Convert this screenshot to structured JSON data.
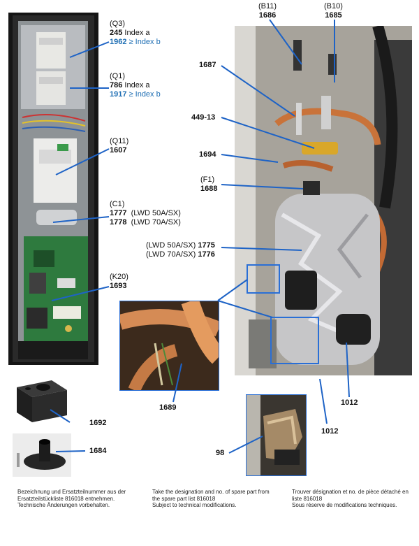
{
  "callouts": {
    "q3": {
      "tag": "(Q3)",
      "a_num": "245",
      "a_txt": "Index a",
      "b_num": "1962",
      "b_txt": "≥ Index b"
    },
    "q1": {
      "tag": "(Q1)",
      "a_num": "786",
      "a_txt": "Index a",
      "b_num": "1917",
      "b_txt": "≥ Index b"
    },
    "q11": {
      "tag": "(Q11)",
      "num": "1607"
    },
    "c1": {
      "tag": "(C1)",
      "r1_num": "1777",
      "r1_txt": "(LWD 50A/SX)",
      "r2_num": "1778",
      "r2_txt": "(LWD 70A/SX)"
    },
    "k20": {
      "tag": "(K20)",
      "num": "1693"
    },
    "b11": {
      "tag": "(B11)",
      "num": "1686"
    },
    "b10": {
      "tag": "(B10)",
      "num": "1685"
    },
    "p1687": "1687",
    "p449": "449-13",
    "p1694": "1694",
    "f1": {
      "tag": "(F1)",
      "num": "1688"
    },
    "tank": {
      "r1_txt": "(LWD 50A/SX)",
      "r1_num": "1775",
      "r2_txt": "(LWD 70A/SX)",
      "r2_num": "1776"
    },
    "p1689": "1689",
    "p1012a": "1012",
    "p1012b": "1012",
    "p1692": "1692",
    "p1684": "1684",
    "p98": "98"
  },
  "footer": {
    "de": [
      "Bezeichnung und Ersatzteilnummer aus der",
      "Ersatzteilstückliste 816018 entnehmen.",
      "Technische Änderungen vorbehalten."
    ],
    "en": [
      "Take the designation and no. of spare part from",
      "the spare part list 816018",
      "Subject to technical modifications."
    ],
    "fr": [
      "Trouver désignation et no. de pièce détaché en",
      "liste 816018",
      "Sous réserve de modifications techniques."
    ]
  },
  "colors": {
    "accent": "#1f6fb4",
    "leader": "#1e63c6"
  }
}
